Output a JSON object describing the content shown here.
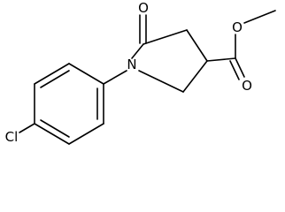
{
  "molecule": {
    "atoms": {
      "o_ketone": "O",
      "n_ring": "N",
      "o_ester_single": "O",
      "o_ester_double": "O",
      "cl": "Cl"
    }
  },
  "colors": {
    "bond": "#000000",
    "background": "#ffffff"
  }
}
